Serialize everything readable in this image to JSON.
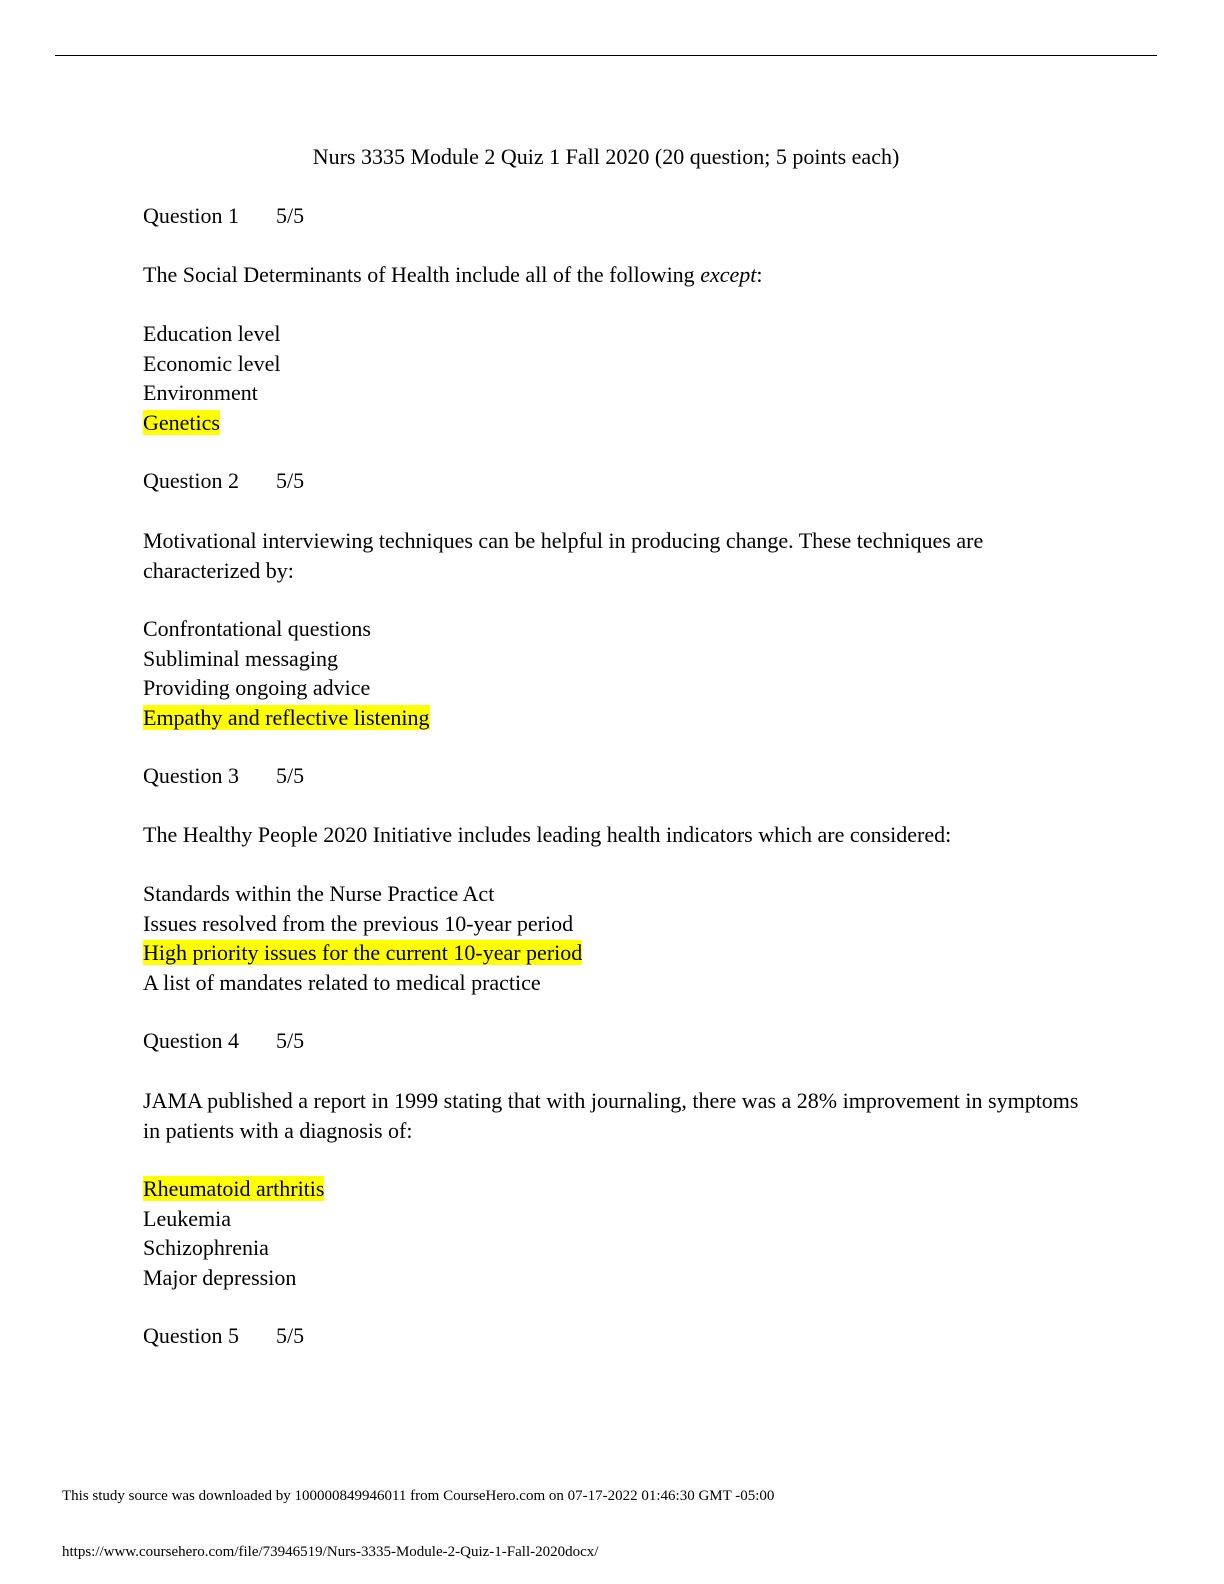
{
  "document": {
    "title": "Nurs 3335 Module 2 Quiz 1 Fall 2020 (20 question; 5 points each)"
  },
  "questions": [
    {
      "label": "Question 1",
      "score": "5/5",
      "prompt_main": "The Social Determinants of Health include all of the following ",
      "prompt_emph": "except",
      "prompt_end": ":",
      "options": [
        "Education level",
        "Economic level",
        "Environment",
        "Genetics"
      ],
      "highlighted_answer": "Genetics"
    },
    {
      "label": "Question 2",
      "score": "5/5",
      "prompt": "Motivational interviewing techniques can be helpful in producing change. These techniques are characterized by:",
      "options": [
        "Confrontational questions",
        "Subliminal messaging",
        "Providing ongoing advice",
        "Empathy and reflective listening"
      ],
      "highlighted_answer": "Empathy and reflective listening"
    },
    {
      "label": "Question 3",
      "score": "5/5",
      "prompt": "The Healthy People 2020 Initiative includes leading health indicators which are considered:",
      "options": [
        "Standards within the Nurse Practice Act",
        "Issues resolved from the previous 10-year period",
        "High priority issues for the current 10-year period",
        "A list of mandates related to medical practice"
      ],
      "highlighted_answer": "High priority issues for the current 10-year period"
    },
    {
      "label": "Question 4",
      "score": "5/5",
      "prompt": "JAMA published a report in 1999 stating that with journaling, there was a 28% improvement in symptoms in patients with a diagnosis of:",
      "options": [
        "Rheumatoid arthritis",
        "Leukemia",
        "Schizophrenia",
        "Major depression"
      ],
      "highlighted_answer": "Rheumatoid arthritis"
    },
    {
      "label": "Question 5",
      "score": "5/5"
    }
  ],
  "footer": {
    "source_note": "This study source was downloaded by 100000849946011 from CourseHero.com on 07-17-2022 01:46:30 GMT -05:00",
    "url": "https://www.coursehero.com/file/73946519/Nurs-3335-Module-2-Quiz-1-Fall-2020docx/"
  },
  "colors": {
    "highlight": "#ffff00",
    "text": "#000000",
    "background": "#ffffff"
  }
}
